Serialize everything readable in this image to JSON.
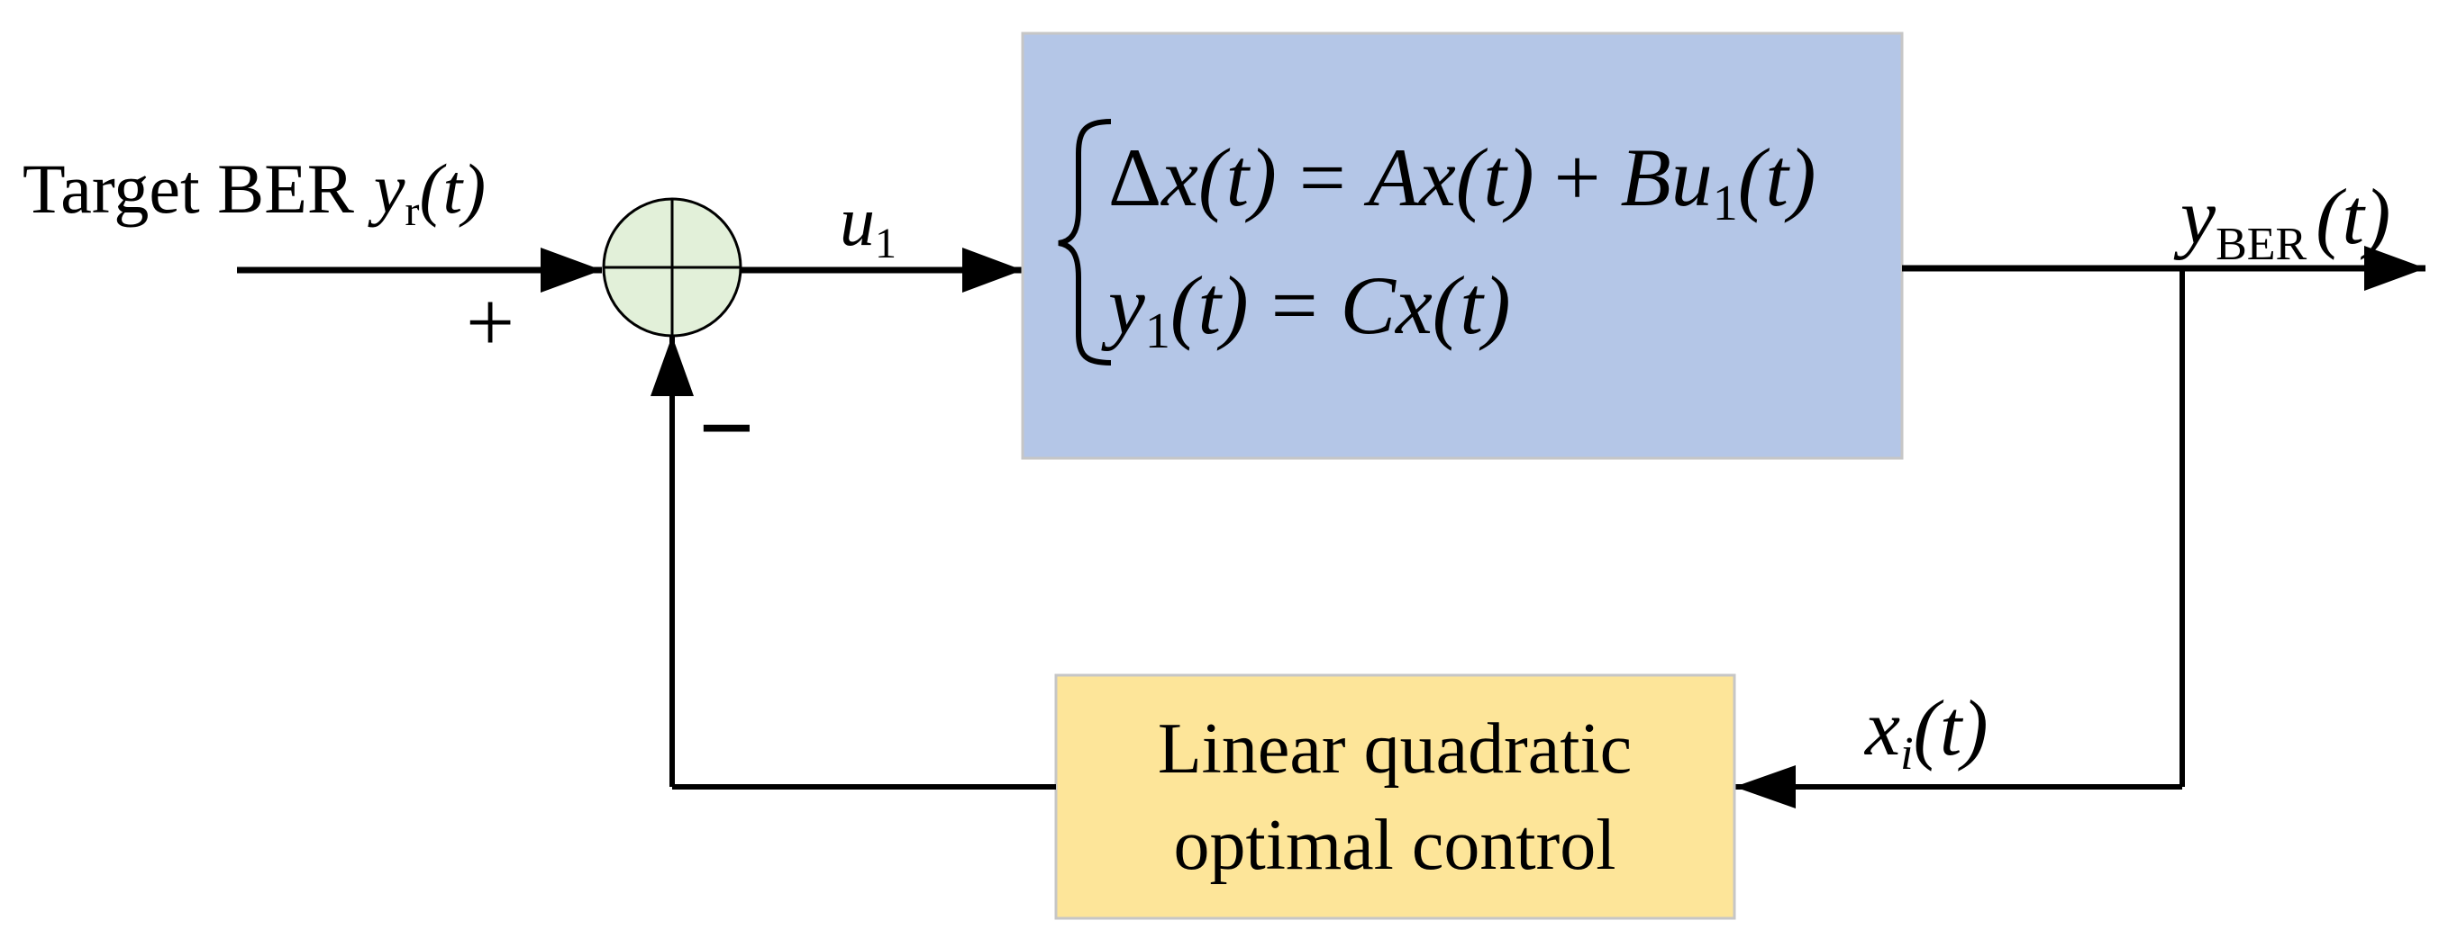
{
  "input": {
    "label": "Target BER",
    "var": "y",
    "sub": "r",
    "arg": "(t)",
    "sign": "+"
  },
  "summing_junction": {
    "feedback_sign": "−"
  },
  "control_signal": {
    "var": "u",
    "sub": "1"
  },
  "plant": {
    "fill": "#b4c6e7",
    "eq1": {
      "delta": "Δ",
      "lhs": "x",
      "lhs_arg": "(t)",
      "eq": "=",
      "a": "Ax",
      "a_arg": "(t)",
      "plus": "+",
      "b": "Bu",
      "b_sub": "1",
      "b_arg": "(t)"
    },
    "eq2": {
      "lhs": "y",
      "lhs_sub": "1",
      "lhs_arg": "(t)",
      "eq": "=",
      "rhs": "Cx",
      "rhs_arg": "(t)"
    }
  },
  "output": {
    "var": "y",
    "sub": "BER",
    "arg": "(t)"
  },
  "feedback_state": {
    "var": "x",
    "sub": "i",
    "arg": "(t)"
  },
  "controller": {
    "fill": "#fde599",
    "line1": "Linear quadratic",
    "line2": "optimal control"
  },
  "colors": {
    "line": "#000000",
    "junction_fill": "#e2f0d9"
  }
}
